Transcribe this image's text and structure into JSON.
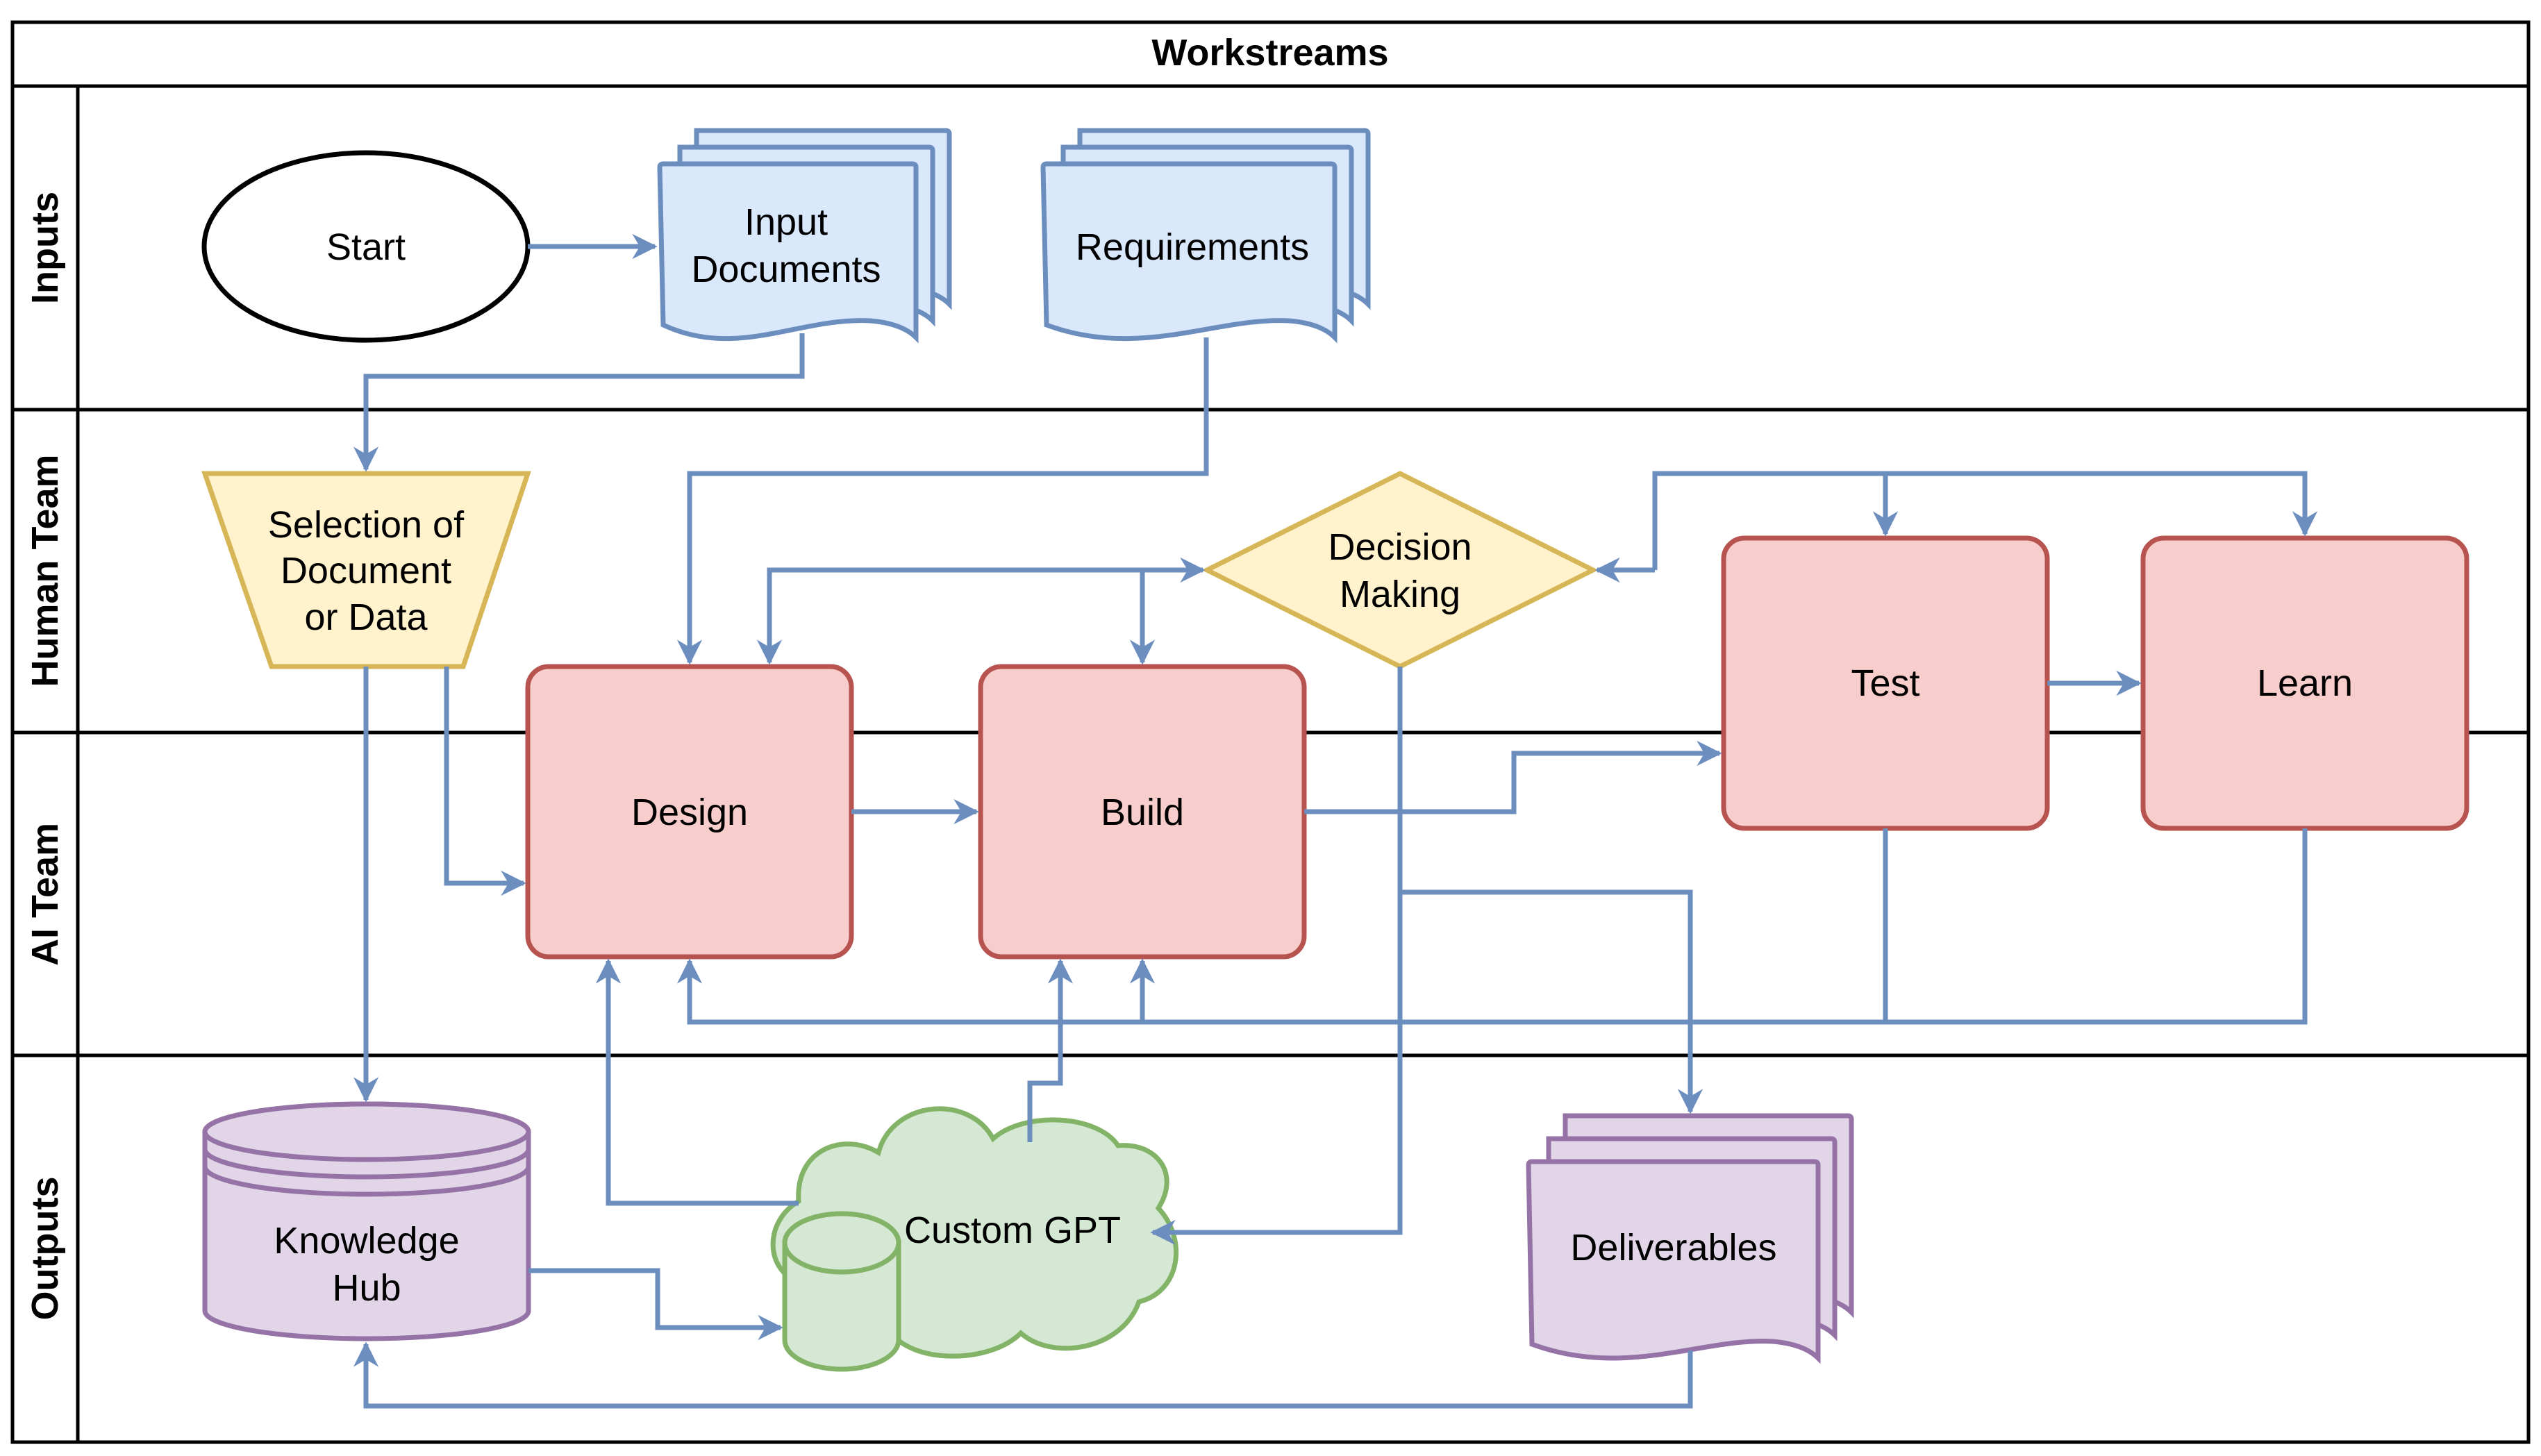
{
  "diagram": {
    "title": "Workstreams",
    "lanes": [
      {
        "id": "inputs",
        "label": "Inputs"
      },
      {
        "id": "human",
        "label": "Human Team"
      },
      {
        "id": "ai",
        "label": "AI Team"
      },
      {
        "id": "outputs",
        "label": "Outputs"
      }
    ],
    "nodes": {
      "start": {
        "lines": [
          "Start"
        ],
        "shape": "ellipse"
      },
      "input_documents": {
        "lines": [
          "Input",
          "Documents"
        ],
        "shape": "multi-document"
      },
      "requirements": {
        "lines": [
          "Requirements"
        ],
        "shape": "multi-document"
      },
      "selection": {
        "lines": [
          "Selection of",
          "Document",
          "or Data"
        ],
        "shape": "trapezoid"
      },
      "decision": {
        "lines": [
          "Decision",
          "Making"
        ],
        "shape": "diamond"
      },
      "design": {
        "lines": [
          "Design"
        ],
        "shape": "rounded-rect"
      },
      "build": {
        "lines": [
          "Build"
        ],
        "shape": "rounded-rect"
      },
      "test": {
        "lines": [
          "Test"
        ],
        "shape": "rounded-rect"
      },
      "learn": {
        "lines": [
          "Learn"
        ],
        "shape": "rounded-rect"
      },
      "knowledge_hub": {
        "lines": [
          "Knowledge",
          "Hub"
        ],
        "shape": "database"
      },
      "custom_gpt": {
        "lines": [
          "Custom GPT"
        ],
        "shape": "cloud-with-database"
      },
      "deliverables": {
        "lines": [
          "Deliverables"
        ],
        "shape": "multi-document"
      }
    },
    "colors": {
      "border": "#000000",
      "edge": "#6c8ebf",
      "blue_fill": "#dae8fc",
      "blue_stroke": "#6c8ebf",
      "yellow_fill": "#fff2cc",
      "yellow_stroke": "#d6b656",
      "red_fill": "#f8cecc",
      "red_stroke": "#b85450",
      "purple_fill": "#e1d5e7",
      "purple_stroke": "#9673a6",
      "green_fill": "#d5e8d4",
      "green_stroke": "#82b366",
      "white_fill": "#ffffff"
    }
  }
}
